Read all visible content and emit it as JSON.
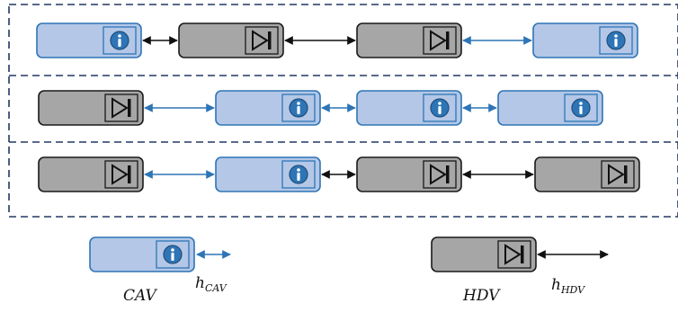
{
  "colors": {
    "cav_fill": "#b4c7e7",
    "cav_stroke": "#2e75b6",
    "hdv_fill": "#a6a6a6",
    "hdv_stroke": "#1a1a1a",
    "cav_gap_arrow": "#2e75b6",
    "hdv_gap_arrow": "#111111",
    "frame_dash": "#203864"
  },
  "icons": {
    "cav": "info-icon",
    "hdv": "play-to-end-icon"
  },
  "platoons": [
    {
      "vehicles": [
        "CAV",
        "HDV",
        "HDV",
        "CAV"
      ]
    },
    {
      "vehicles": [
        "HDV",
        "CAV",
        "CAV",
        "CAV"
      ]
    },
    {
      "vehicles": [
        "HDV",
        "CAV",
        "HDV",
        "HDV"
      ]
    }
  ],
  "legend": {
    "cav": {
      "name": "CAV",
      "gap_symbol": "h",
      "gap_subscript": "CAV"
    },
    "hdv": {
      "name": "HDV",
      "gap_symbol": "h",
      "gap_subscript": "HDV"
    }
  }
}
